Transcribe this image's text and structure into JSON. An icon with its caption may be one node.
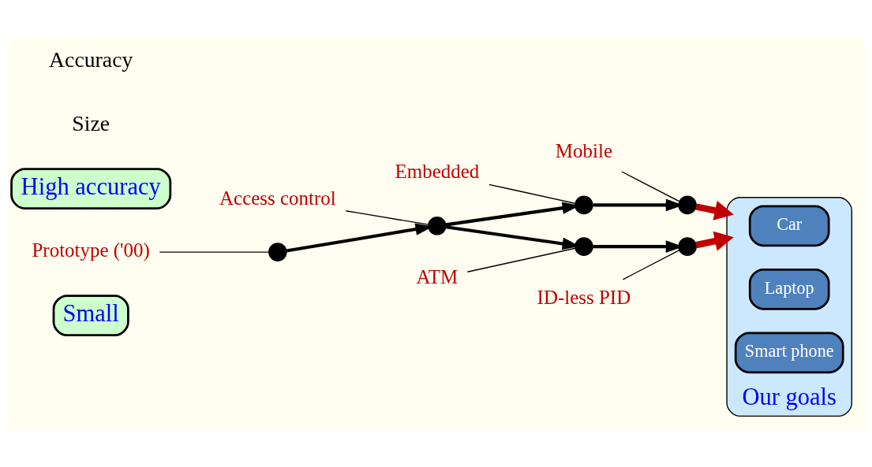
{
  "diagram": {
    "nodes": [
      {
        "text": [
          "Small"
        ]
      },
      {
        "text": [
          "Mobile"
        ]
      },
      {
        "text": [],
        "shape": "circle"
      },
      {
        "text": [
          "Our goals"
        ]
      },
      {
        "text": [
          "Car"
        ],
        "in": 3
      },
      {
        "text": [
          "Laptop"
        ],
        "in": 3
      },
      {
        "text": [
          "Smart phone"
        ],
        "in": 3
      },
      {
        "text": [
          "Embedded"
        ]
      },
      {
        "text": [],
        "shape": "circle"
      },
      {
        "text": [
          "Access control"
        ]
      },
      {
        "text": [],
        "shape": "circle"
      },
      {
        "text": [
          "ATM"
        ]
      },
      {
        "text": [],
        "shape": "circle"
      },
      {
        "text": [
          "ID-less PID"
        ]
      },
      {
        "text": [],
        "shape": "circle"
      },
      {
        "text": [
          "Prototype ('00)"
        ]
      },
      {
        "text": [],
        "shape": "circle"
      },
      {
        "text": [
          "High accuracy"
        ]
      }
    ],
    "edges": [
      {
        "from": 1,
        "to": 2,
        "arrow": "none"
      },
      {
        "from": 7,
        "to": 8,
        "arrow": "none"
      },
      {
        "from": 9,
        "to": 10,
        "arrow": "none"
      },
      {
        "from": 11,
        "to": 12,
        "arrow": "none"
      },
      {
        "from": 13,
        "to": 14,
        "arrow": "none"
      },
      {
        "from": 15,
        "to": 16,
        "arrow": "none"
      },
      {
        "from": 16,
        "to": 10,
        "arrow": "to"
      },
      {
        "from": 10,
        "to": 8,
        "arrow": "to"
      },
      {
        "from": 8,
        "to": 2,
        "arrow": "to"
      },
      {
        "from": 10,
        "to": 12,
        "arrow": "to"
      },
      {
        "from": 12,
        "to": 14,
        "arrow": "to"
      },
      {
        "from": 2,
        "to": 3,
        "arrow": "to",
        "style": "thick",
        "color": "#c00000"
      },
      {
        "from": 14,
        "to": 3,
        "arrow": "to",
        "style": "thick",
        "color": "#c00000"
      }
    ],
    "labels": [
      "Size",
      "Accuracy"
    ]
  }
}
